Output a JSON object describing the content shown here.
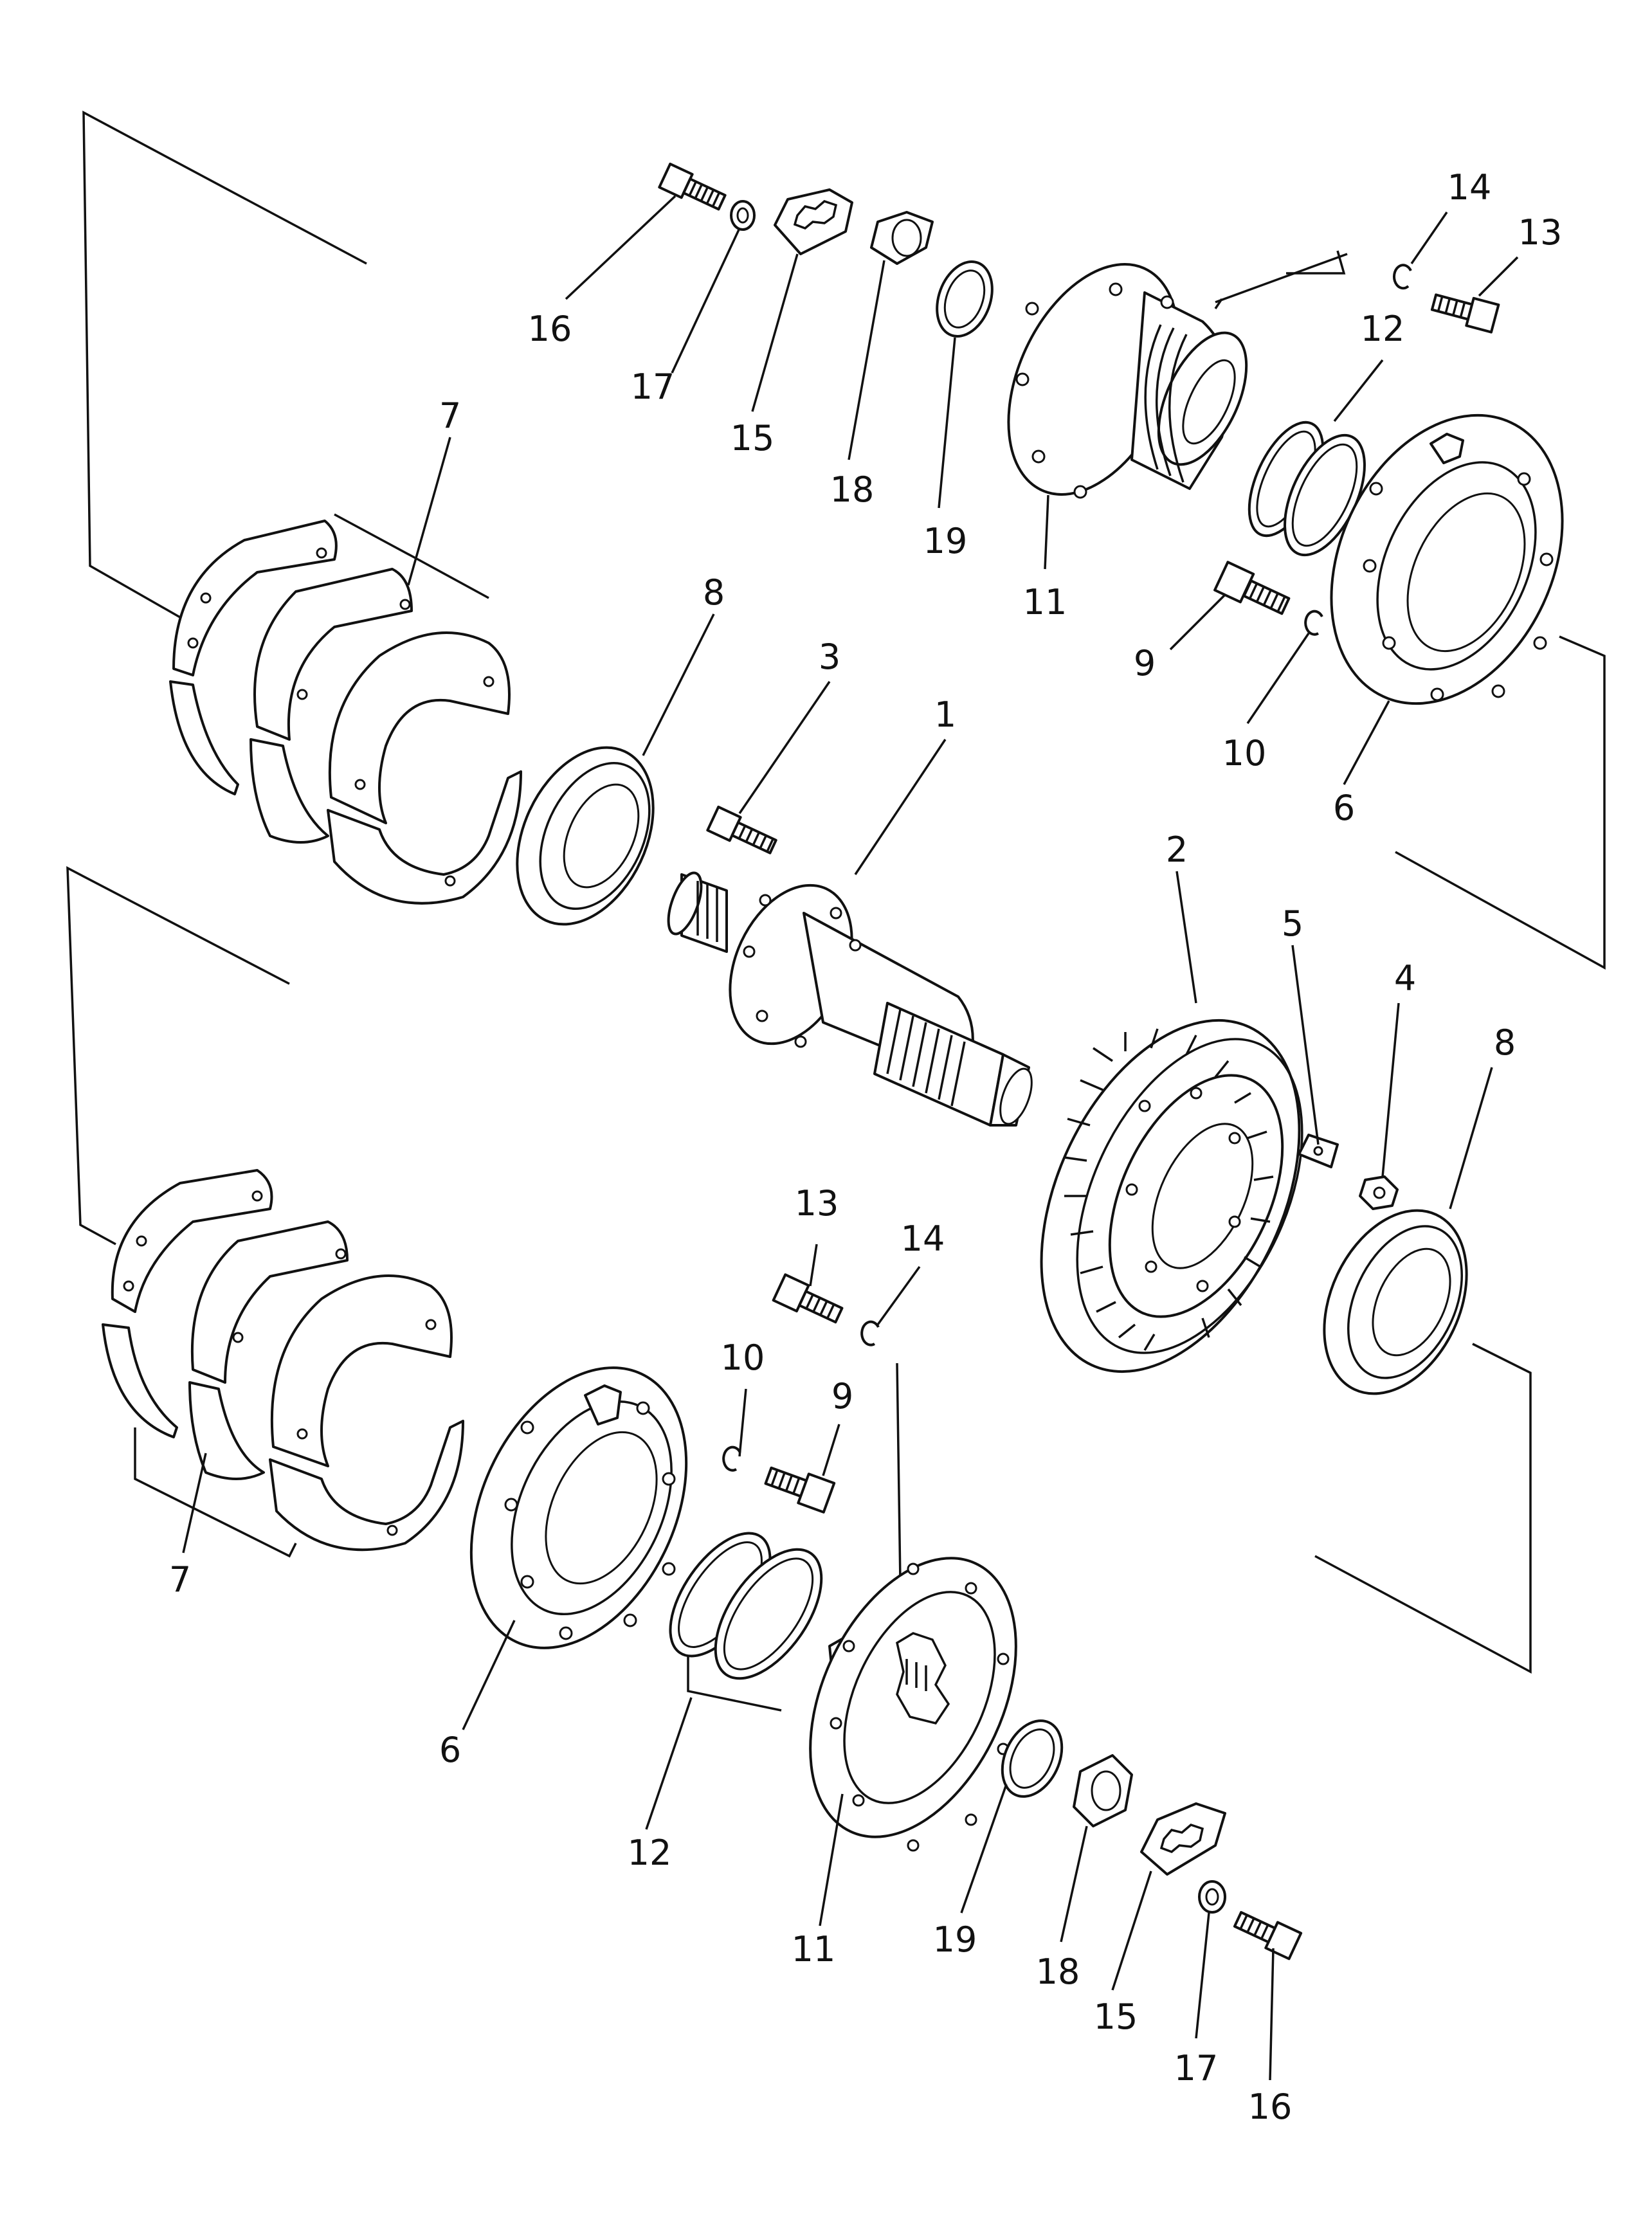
{
  "diagram": {
    "callouts": [
      {
        "id": "c16a",
        "label": "16"
      },
      {
        "id": "c17a",
        "label": "17"
      },
      {
        "id": "c15a",
        "label": "15"
      },
      {
        "id": "c18a",
        "label": "18"
      },
      {
        "id": "c19a",
        "label": "19"
      },
      {
        "id": "c11a",
        "label": "11"
      },
      {
        "id": "c14a",
        "label": "14"
      },
      {
        "id": "c13a",
        "label": "13"
      },
      {
        "id": "c12a",
        "label": "12"
      },
      {
        "id": "c7a",
        "label": "7"
      },
      {
        "id": "c8a",
        "label": "8"
      },
      {
        "id": "c3",
        "label": "3"
      },
      {
        "id": "c1",
        "label": "1"
      },
      {
        "id": "c9a",
        "label": "9"
      },
      {
        "id": "c10a",
        "label": "10"
      },
      {
        "id": "c6a",
        "label": "6"
      },
      {
        "id": "c2",
        "label": "2"
      },
      {
        "id": "c5",
        "label": "5"
      },
      {
        "id": "c4",
        "label": "4"
      },
      {
        "id": "c8b",
        "label": "8"
      },
      {
        "id": "c13b",
        "label": "13"
      },
      {
        "id": "c14b",
        "label": "14"
      },
      {
        "id": "c10b",
        "label": "10"
      },
      {
        "id": "c9b",
        "label": "9"
      },
      {
        "id": "c7b",
        "label": "7"
      },
      {
        "id": "c6b",
        "label": "6"
      },
      {
        "id": "c12b",
        "label": "12"
      },
      {
        "id": "c11b",
        "label": "11"
      },
      {
        "id": "c19b",
        "label": "19"
      },
      {
        "id": "c18b",
        "label": "18"
      },
      {
        "id": "c15b",
        "label": "15"
      },
      {
        "id": "c17b",
        "label": "17"
      },
      {
        "id": "c16b",
        "label": "16"
      }
    ]
  }
}
